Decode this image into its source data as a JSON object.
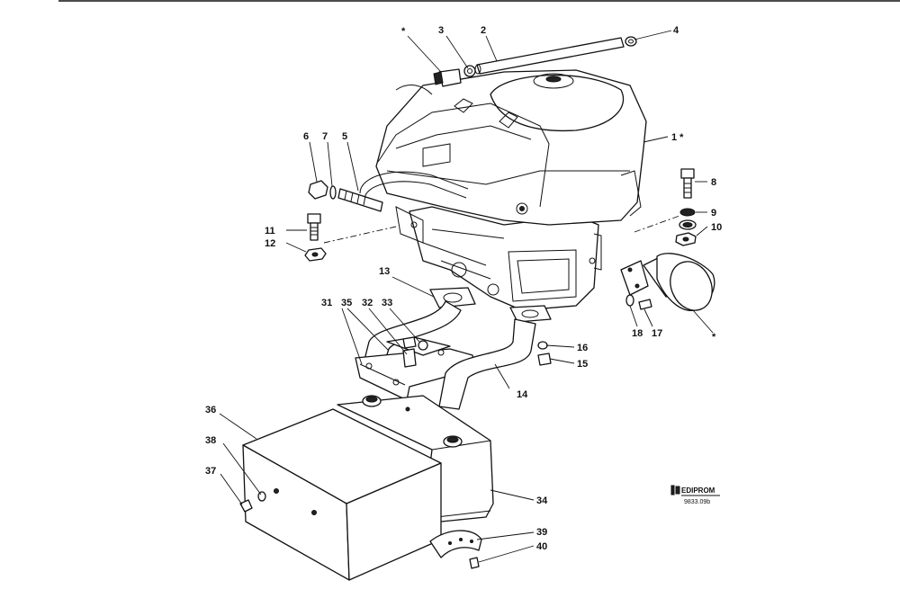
{
  "labels": {
    "star_top": "*",
    "l3": "3",
    "l2": "2",
    "l4": "4",
    "l1": "1 *",
    "l6": "6",
    "l7": "7",
    "l5": "5",
    "l8": "8",
    "l9": "9",
    "l10": "10",
    "l11": "11",
    "l12": "12",
    "l13": "13",
    "l31": "31",
    "l35": "35",
    "l32": "32",
    "l33": "33",
    "l16": "16",
    "l15": "15",
    "l14": "14",
    "l18": "18",
    "l17": "17",
    "star_right": "*",
    "l36": "36",
    "l38": "38",
    "l37": "37",
    "l34": "34",
    "l39": "39",
    "l40": "40"
  },
  "logo": {
    "brand": "EDIPROM",
    "code": "9833.09b"
  },
  "colors": {
    "ink": "#111111",
    "paper": "#ffffff"
  }
}
